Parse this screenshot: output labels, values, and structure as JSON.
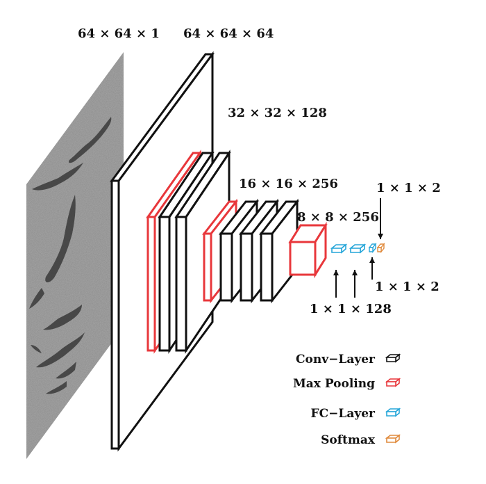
{
  "labels": {
    "input": "64 × 64 × 1",
    "conv1": "64 × 64 × 64",
    "conv2": "32 × 32 × 128",
    "conv3": "16 × 16 × 256",
    "pool3": "8 × 8 × 256",
    "softmax_top": "1 × 1 × 2",
    "fc_bottom": "1 × 1 × 128",
    "softmax_bottom": "1 × 1 × 2"
  },
  "legend": [
    {
      "label": "Conv−Layer",
      "color": "#111111"
    },
    {
      "label": "Max Pooling",
      "color": "#e8373b"
    },
    {
      "label": "FC−Layer",
      "color": "#26a6d9"
    },
    {
      "label": "Softmax",
      "color": "#e08a3c"
    }
  ],
  "colors": {
    "conv": "#111111",
    "pool": "#e8373b",
    "fc": "#26a6d9",
    "softmax": "#e08a3c",
    "input_image": "#8c8c8c"
  }
}
